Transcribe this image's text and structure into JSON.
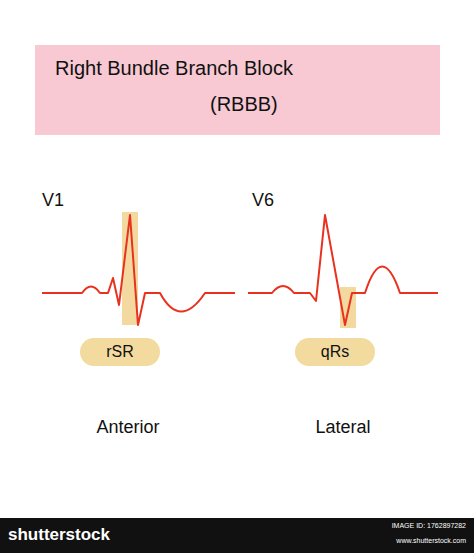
{
  "diagram": {
    "nodes": [
      {
        "text": [
          "Right Bundle Branch Block",
          "(RBBB)"
        ]
      },
      {
        "text": [
          "rSR"
        ]
      },
      {
        "text": [
          "qRs"
        ]
      }
    ],
    "labels": [
      "V1",
      "V6",
      "Anterior",
      "Lateral",
      "shutterstock",
      "IMAGE ID: 1762897282",
      "www.shutterstock.com"
    ]
  }
}
